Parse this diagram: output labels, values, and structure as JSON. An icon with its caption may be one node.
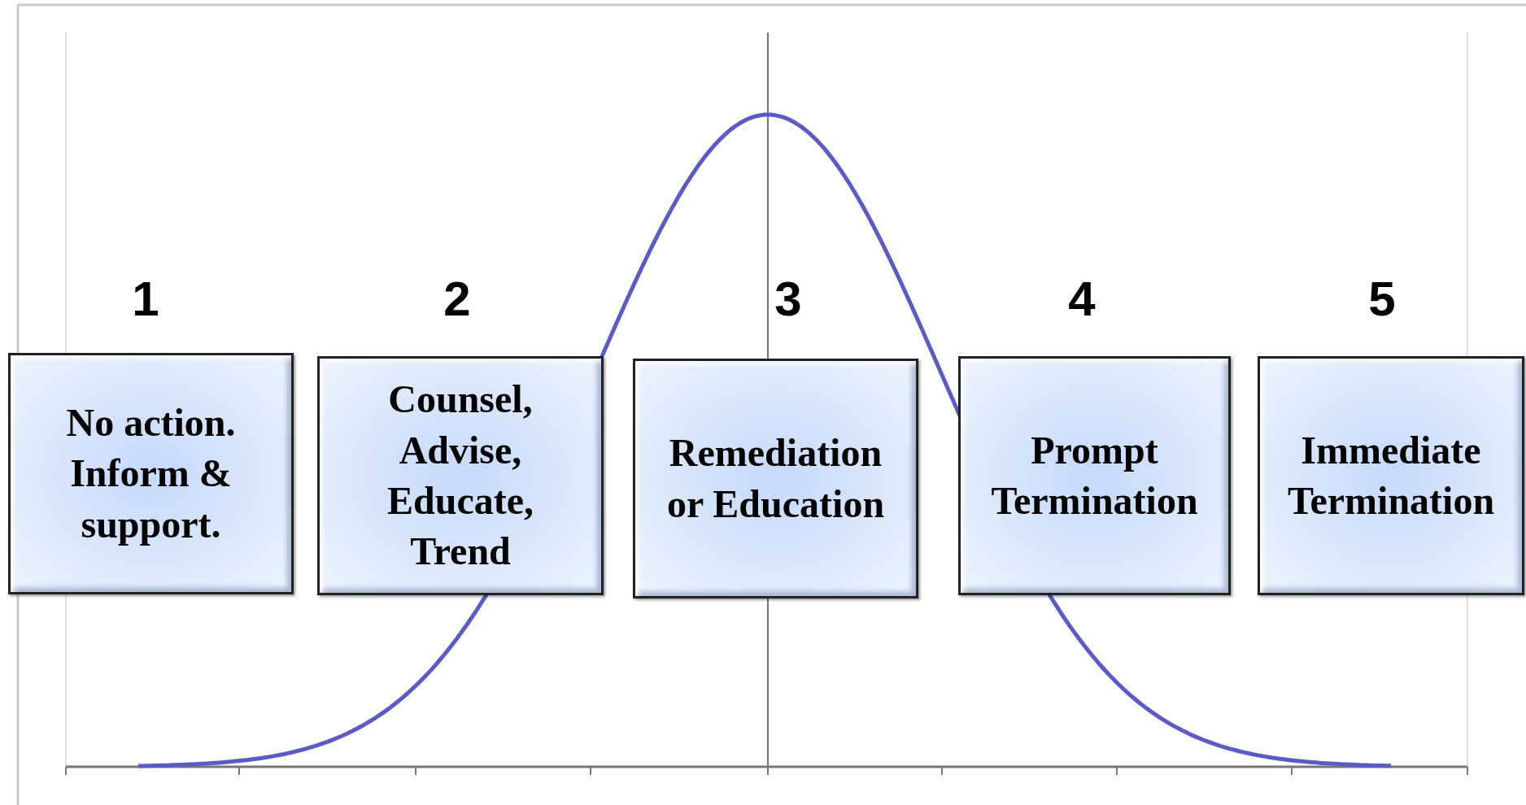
{
  "diagram": {
    "nodes": [
      {
        "text": [
          "No action. Inform & support."
        ],
        "beside": [
          "1"
        ]
      },
      {
        "text": [
          "Counsel, Advise, Educate, Trend"
        ],
        "beside": [
          "2"
        ]
      },
      {
        "text": [
          "Remediation or Education"
        ],
        "beside": [
          "3"
        ]
      },
      {
        "text": [
          "Prompt Termination"
        ],
        "beside": [
          "4"
        ]
      },
      {
        "text": [
          "Immediate Termination"
        ],
        "beside": [
          "5"
        ]
      }
    ]
  }
}
